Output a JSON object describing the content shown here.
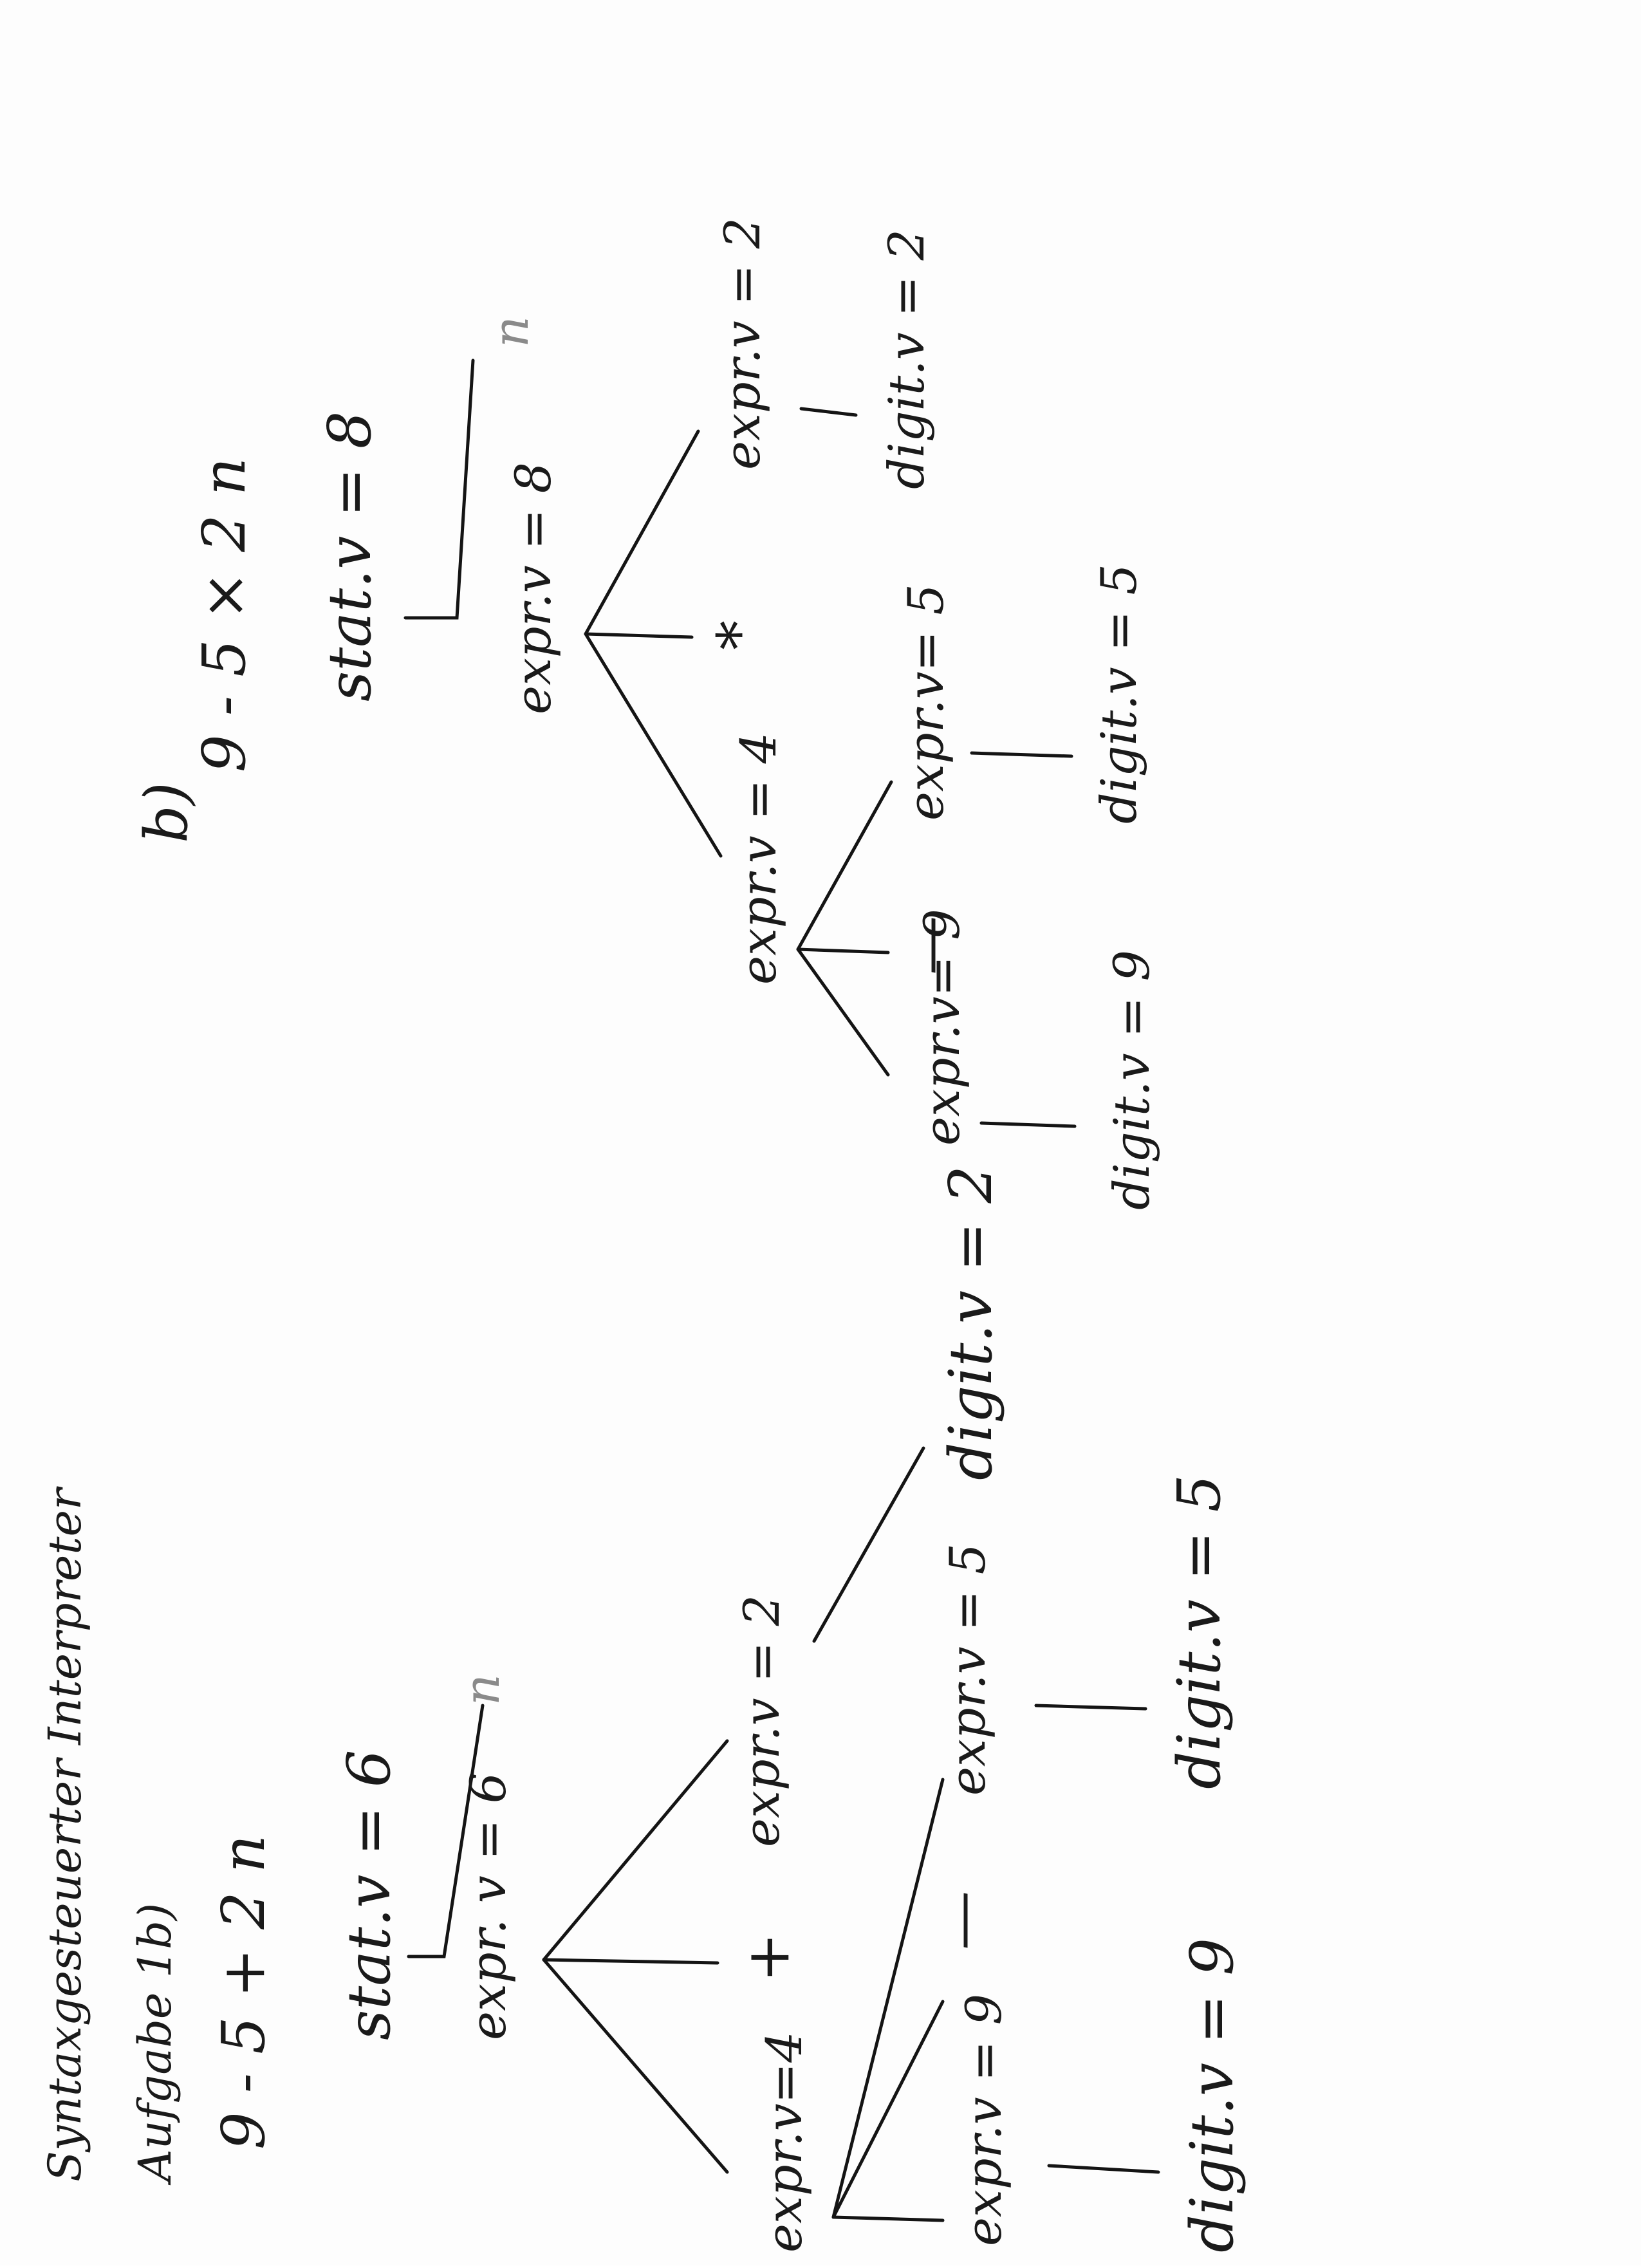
{
  "header": {
    "title": "Syntaxgesteuerter Interpreter",
    "exercise": "Aufgabe 1b)",
    "expression": "9 - 5 + 2 n"
  },
  "tree_a": {
    "stat": {
      "name": "stat.v =",
      "value": "6"
    },
    "expr_root": {
      "name": "expr. v =",
      "value": "6"
    },
    "end_marker": "n",
    "expr_left": {
      "name": "expr.v=",
      "value": "4"
    },
    "plus": "+",
    "expr_right": {
      "name": "expr.v =",
      "value": "2"
    },
    "digit_right": {
      "name": "digit.v =",
      "value": "2"
    },
    "expr_ll": {
      "name": "expr.v =",
      "value": "9"
    },
    "minus": "—",
    "expr_lr": {
      "name": "expr.v =",
      "value": "5"
    },
    "digit_ll": {
      "name": "digit.v =",
      "value": "9"
    },
    "digit_lr": {
      "name": "digit.v =",
      "value": "5"
    }
  },
  "tree_b": {
    "label": "b)",
    "expression": "9 - 5 × 2 n",
    "stat": {
      "name": "stat.v =",
      "value": "8"
    },
    "end_marker": "n",
    "expr_root": {
      "name": "expr.v =",
      "value": "8"
    },
    "star": "*",
    "expr_right": {
      "name": "expr.v =",
      "value": "2"
    },
    "digit_right": {
      "name": "digit.v =",
      "value": "2"
    },
    "expr_left": {
      "name": "expr.v =",
      "value": "4"
    },
    "minus": "—",
    "expr_ll": {
      "name": "expr.v=",
      "value": "9"
    },
    "expr_lr": {
      "name": "expr.v=",
      "value": "5"
    },
    "digit_ll": {
      "name": "digit.v =",
      "value": "9"
    },
    "digit_lr": {
      "name": "digit.v =",
      "value": "5"
    }
  }
}
